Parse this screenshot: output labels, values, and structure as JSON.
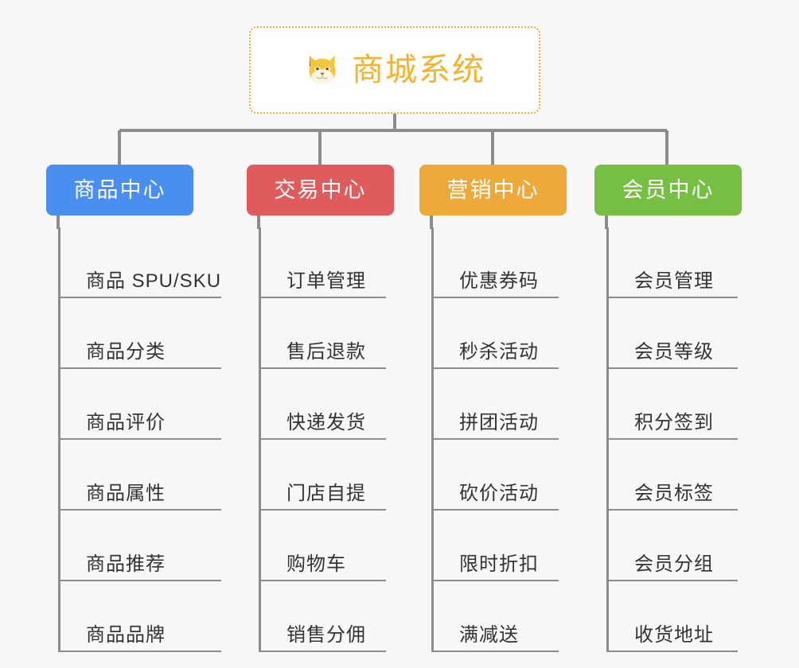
{
  "root": {
    "title": "商城系统",
    "icon": "shiba-dog-icon",
    "border_color": "#f0b033",
    "text_color": "#f2b42e",
    "background": "#ffffff"
  },
  "canvas": {
    "background": "#f7f7f7",
    "connector_color": "#8c8c8c"
  },
  "branches": [
    {
      "label": "商品中心",
      "color": "#4a8ef0",
      "leaves": [
        "商品 SPU/SKU",
        "商品分类",
        "商品评价",
        "商品属性",
        "商品推荐",
        "商品品牌"
      ]
    },
    {
      "label": "交易中心",
      "color": "#e05c5c",
      "leaves": [
        "订单管理",
        "售后退款",
        "快递发货",
        "门店自提",
        "购物车",
        "销售分佣"
      ]
    },
    {
      "label": "营销中心",
      "color": "#eda93a",
      "leaves": [
        "优惠券码",
        "秒杀活动",
        "拼团活动",
        "砍价活动",
        "限时折扣",
        "满减送"
      ]
    },
    {
      "label": "会员中心",
      "color": "#76bf43",
      "leaves": [
        "会员管理",
        "会员等级",
        "积分签到",
        "会员标签",
        "会员分组",
        "收货地址"
      ]
    }
  ]
}
